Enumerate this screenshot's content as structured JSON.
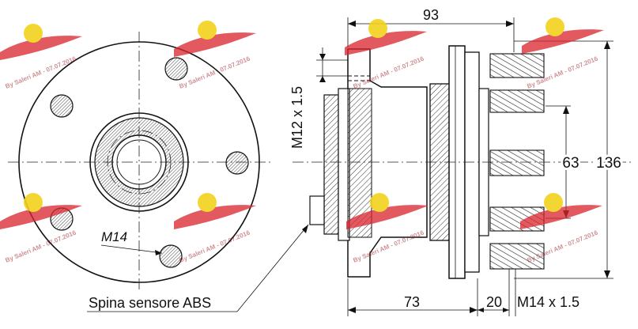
{
  "labels": {
    "overall_width": "93",
    "thread_top": "M12 x 1.5",
    "inner_dia": "63",
    "outer_dia": "136",
    "stud_thread": "M14",
    "abs_sensor": "Spina sensore ABS",
    "hub_length": "73",
    "stud_length": "20",
    "stud_thread_side": "M14 x 1.5"
  },
  "watermark": {
    "text": "By Saleri AM - 07.07.2016",
    "logo_color": "#d9262f",
    "badge_color": "#f2d21a"
  },
  "colors": {
    "line": "#111111",
    "hatch": "#333333",
    "background": "#ffffff"
  }
}
